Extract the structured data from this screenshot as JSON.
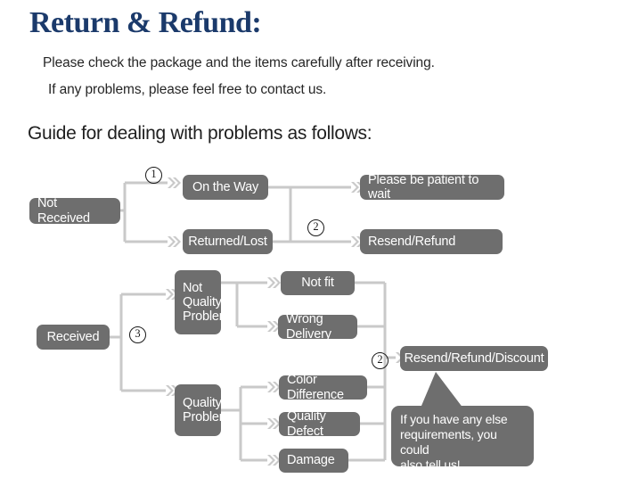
{
  "document": {
    "title": "Return & Refund:",
    "title_color": "#1b3a6b",
    "intro_line_1": "Please check the package and the items carefully after receiving.",
    "intro_line_2": "If any problems, please feel free to contact us.",
    "guide_heading": "Guide for dealing with problems as follows:"
  },
  "flowchart": {
    "node_color": "#6e6e6e",
    "node_text_color": "#ffffff",
    "connector_color": "#c9c9c9",
    "nodes": [
      {
        "id": "not-received",
        "label": "Not Received"
      },
      {
        "id": "on-the-way",
        "label": "On the Way"
      },
      {
        "id": "returned-lost",
        "label": "Returned/Lost"
      },
      {
        "id": "please-be-patient",
        "label": "Please be patient to wait"
      },
      {
        "id": "resend-refund",
        "label": "Resend/Refund"
      },
      {
        "id": "received",
        "label": "Received"
      },
      {
        "id": "not-quality-problem",
        "label": "Not\nQuality\nProblem"
      },
      {
        "id": "quality-problem",
        "label": "Quality\nProblem"
      },
      {
        "id": "not-fit",
        "label": "Not fit"
      },
      {
        "id": "wrong-delivery",
        "label": "Wrong Delivery"
      },
      {
        "id": "color-difference",
        "label": "Color Difference"
      },
      {
        "id": "quality-defect",
        "label": "Quality Defect"
      },
      {
        "id": "damage",
        "label": "Damage"
      },
      {
        "id": "resend-refund-discount",
        "label": "Resend/Refund/Discount"
      }
    ],
    "step_markers": [
      {
        "id": "marker-1",
        "label": "1"
      },
      {
        "id": "marker-2-top",
        "label": "2"
      },
      {
        "id": "marker-3",
        "label": "3"
      },
      {
        "id": "marker-2-bottom",
        "label": "2"
      }
    ],
    "callout": {
      "text": "If you have any else\nrequirements, you could\nalso tell us!"
    }
  }
}
